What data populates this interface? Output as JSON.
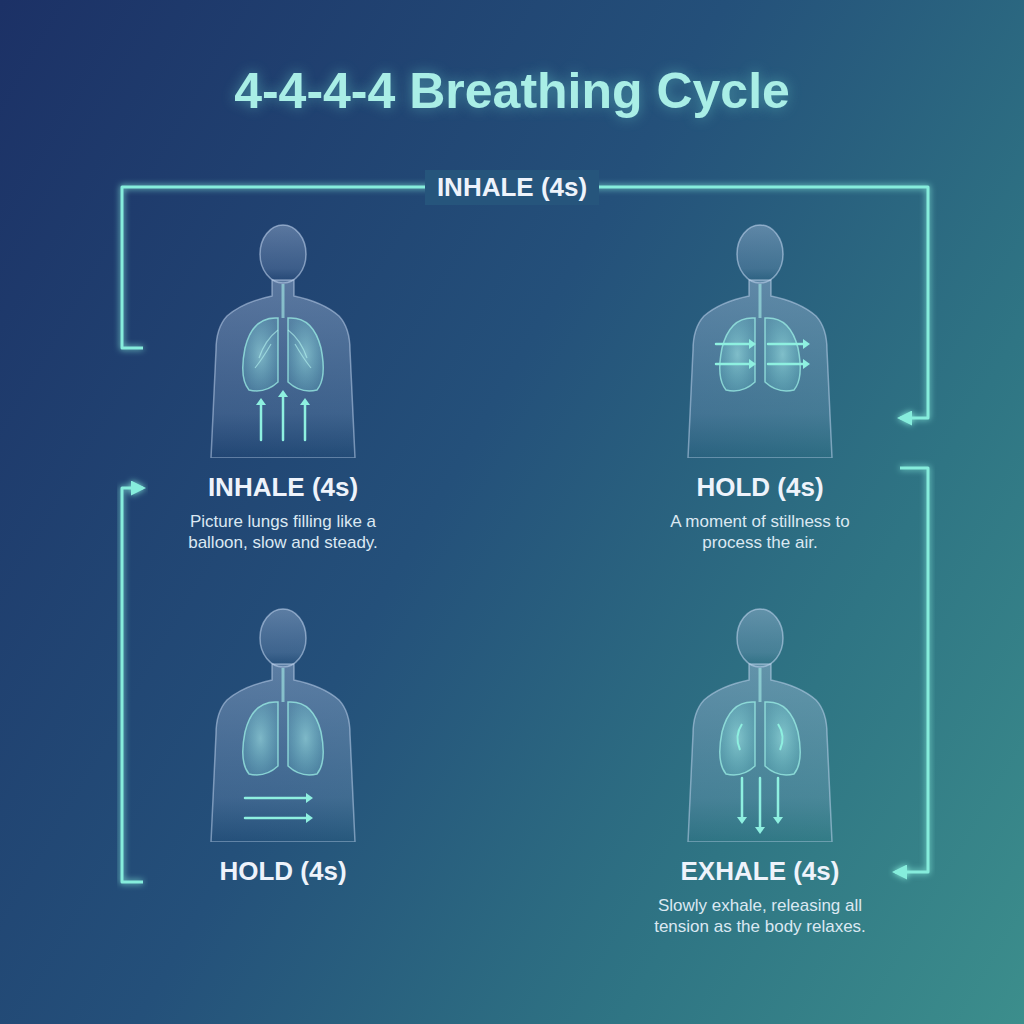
{
  "diagram": {
    "title": "4-4-4-4 Breathing Cycle",
    "nodes": [
      {
        "text": [
          "INHALE (4s)",
          "Picture lungs filling like a balloon, slow and steady."
        ]
      },
      {
        "text": [
          "HOLD (4s)",
          "A moment of stillness to process the air."
        ]
      },
      {
        "text": [
          "HOLD (4s)"
        ]
      },
      {
        "text": [
          "EXHALE (4s)",
          "Slowly exhale, releasing all tension as the body relaxes."
        ]
      }
    ],
    "edges": [
      {
        "from": 0,
        "to": 1,
        "label": "INHALE (4s)",
        "arrow": "to"
      },
      {
        "from": 1,
        "to": 3,
        "arrow": "to"
      },
      {
        "from": 3,
        "to": 2,
        "arrow": "to"
      },
      {
        "from": 2,
        "to": 0,
        "arrow": "to"
      }
    ]
  }
}
